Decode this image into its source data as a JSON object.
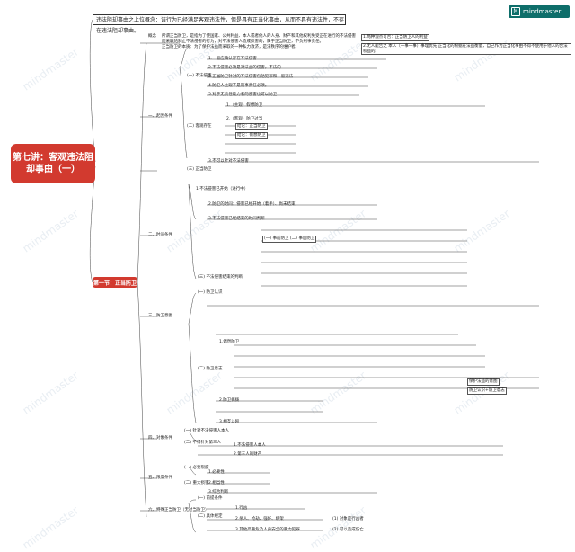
{
  "app": {
    "logo_text": "mindmaster"
  },
  "watermark": {
    "text": "mindmaster"
  },
  "root": {
    "title": "第七讲：客观违法阻却事由（一）"
  },
  "intro": {
    "text": "违法阻却事由之上位概念：该行为已经满足客观违法性，但是具有正当化事由，从而不具有违法性，不存在违法阻却事由。"
  },
  "section1": {
    "label": "第一节：正当防卫"
  },
  "concept": {
    "title": "概念",
    "lines": [
      "所谓正当防卫，是指为了使国家、公共利益、本人或者他人的人身、财产和其他权利免受正在进行的不法侵害",
      "而采取的制止不法侵害的行为，对不法侵害人造成损害的，属于正当防卫，不负刑事责任。",
      "正当防卫的本质：为了保护法益而采取的一种私力救济，是法秩序的维护者。"
    ],
    "right_notes": [
      "1.两种观点可否：正当防卫人的利益",
      "2.无人能告之 本人（一事一事）事理优先 正当化的根据在法益衡量，自己作为正当化事由不得不使用于他人的合法权益的。"
    ]
  },
  "branches": {
    "b1": {
      "label": "一、起因条件",
      "items": [
        "1.一般应确认存在不法侵害",
        "2.不法侵害必须是对法益的侵害，不法的",
        "3.正当防卫针对的不法侵害包括犯罪和一般违法",
        "4.防卫人主观不是刑事责任必须。",
        "5.对于无责任能力者的侵害也可以防卫",
        "(一) 不法侵害",
        "(二) 客观存在",
        "1.（主观）假想防卫",
        "2.（客观）防卫过当",
        "结论：正当防卫",
        "结论：假想防卫",
        "3.不可以针对不法侵害",
        "(三) 正当防卫"
      ]
    },
    "b2": {
      "label": "二、时间条件",
      "items": [
        "1.不法侵害已开始（进行中）",
        "2.防卫的时间：侵害已经开始（着手）、尚未结束",
        "3.不法侵害已经结束的时间判断",
        "(一) 事前防卫 (二) 事后防卫",
        "(三) 不法侵害结束的判断"
      ]
    },
    "b3": {
      "label": "三、防卫意图",
      "items": [
        "(一) 防卫认识",
        "(二) 防卫意志",
        "1.偶然防卫",
        "2.防卫挑拨",
        "3.相互斗殴",
        "保护法益的意图",
        "防卫认识+防卫意志"
      ]
    },
    "b4": {
      "label": "四、对象条件",
      "items": [
        "(一) 针对不法侵害人本人",
        "(二) 不得针对第三人",
        "1.不法侵害人本人",
        "2.第三人的财产"
      ]
    },
    "b5": {
      "label": "五、限度条件",
      "items": [
        "(一) 必要限度",
        "(二) 重大损害",
        "1.必要性",
        "2.相当性",
        "3.综合判断"
      ]
    },
    "b6": {
      "label": "六、特殊正当防卫（无过当防卫）",
      "items": [
        "(一) 前提条件",
        "(二) 具体规定",
        "1.行凶",
        "2.杀人、抢劫、强奸、绑架",
        "3.其他严重危及人身安全的暴力犯罪",
        "(1) 对象是行凶者",
        "(2) 可以造成伤亡"
      ]
    }
  }
}
